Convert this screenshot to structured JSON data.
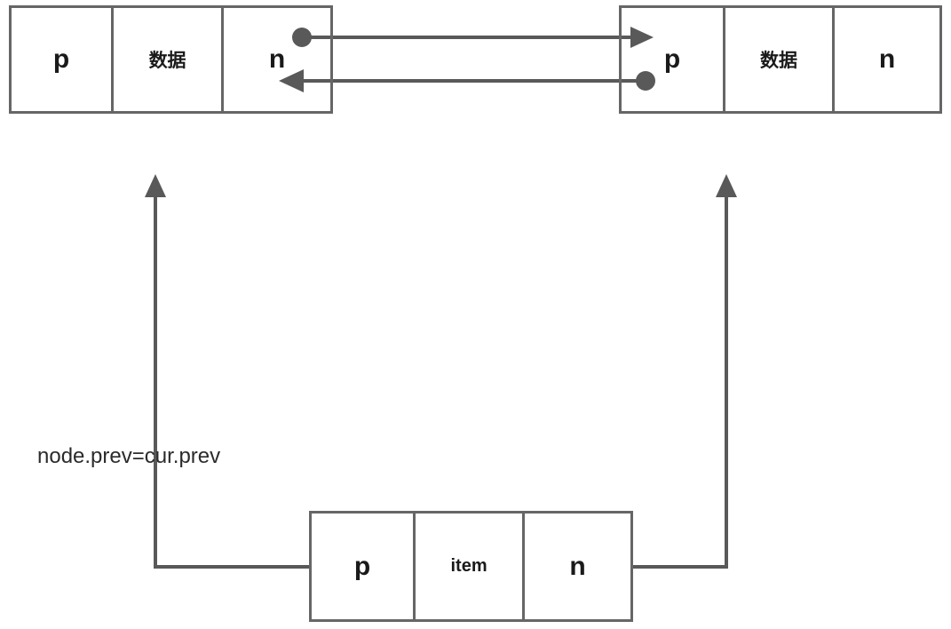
{
  "diagram": {
    "title": "doubly-linked-list-insert-node-prev-assignment",
    "colors": {
      "stroke": "#595959",
      "box_border": "#666666",
      "text": "#1a1a1a",
      "label_text": "#2b2b2b",
      "background": "#ffffff"
    },
    "nodes": [
      {
        "id": "node-prev",
        "name": "previous-node",
        "cells": [
          {
            "label": "p",
            "kind": "pointer-prev"
          },
          {
            "label": "数据",
            "kind": "data"
          },
          {
            "label": "n",
            "kind": "pointer-next"
          }
        ]
      },
      {
        "id": "node-cur",
        "name": "current-node",
        "cells": [
          {
            "label": "p",
            "kind": "pointer-prev"
          },
          {
            "label": "数据",
            "kind": "data"
          },
          {
            "label": "n",
            "kind": "pointer-next"
          }
        ]
      },
      {
        "id": "node-new",
        "name": "new-node",
        "cells": [
          {
            "label": "p",
            "kind": "pointer-prev"
          },
          {
            "label": "item",
            "kind": "data"
          },
          {
            "label": "n",
            "kind": "pointer-next"
          }
        ]
      }
    ],
    "annotations": [
      {
        "id": "node-prev-assignment",
        "text": "node.prev=cur.prev"
      }
    ],
    "connectors": [
      {
        "id": "prev-next-to-cur",
        "from": "previous-node.n",
        "to": "current-node.p",
        "style": "dot-to-arrow"
      },
      {
        "id": "cur-prev-to-prev",
        "from": "current-node.p",
        "to": "previous-node.n",
        "style": "dot-to-arrow"
      },
      {
        "id": "new-prev-to-prev-node",
        "from": "new-node.p",
        "to": "previous-node",
        "style": "elbow-arrow"
      },
      {
        "id": "new-next-to-cur-node",
        "from": "new-node.n",
        "to": "current-node",
        "style": "elbow-arrow"
      }
    ]
  }
}
